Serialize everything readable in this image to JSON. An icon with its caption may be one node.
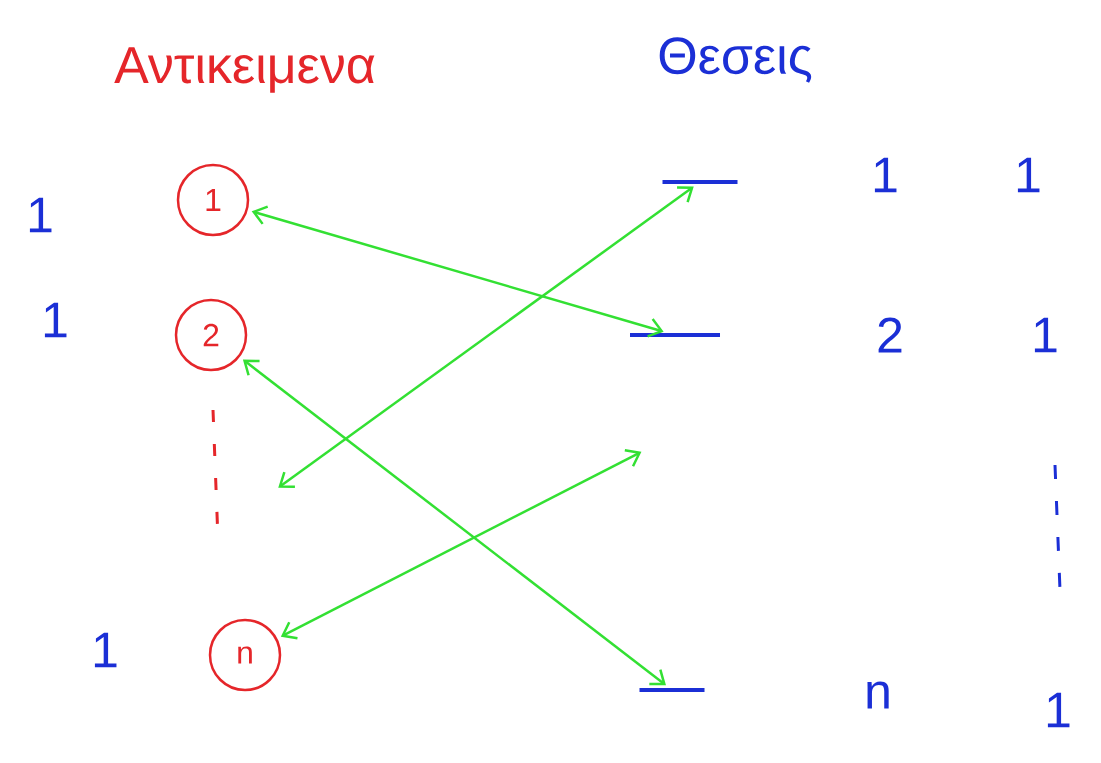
{
  "diagram": {
    "nodes": [
      {
        "text": [
          "1"
        ],
        "beside": [
          "1"
        ]
      },
      {
        "text": [
          "2"
        ],
        "beside": [
          "1"
        ]
      },
      {
        "text": [
          "n"
        ],
        "beside": [
          "1"
        ]
      },
      {
        "text": [],
        "shape": "bar",
        "beside": [
          "1",
          "1"
        ]
      },
      {
        "text": [],
        "shape": "bar",
        "beside": [
          "2",
          "1"
        ]
      },
      {
        "text": [],
        "shape": "bar",
        "beside": [
          "n",
          "1"
        ]
      }
    ],
    "edges": [
      {
        "from": 0,
        "to": 4,
        "arrow": "both"
      },
      {
        "from": null,
        "to": 3,
        "arrow": "both"
      },
      {
        "from": 1,
        "to": 5,
        "arrow": "both"
      },
      {
        "from": 2,
        "to": null,
        "arrow": "both"
      }
    ],
    "labels": [
      "Αντικειμενα",
      "Θεσεις"
    ]
  }
}
